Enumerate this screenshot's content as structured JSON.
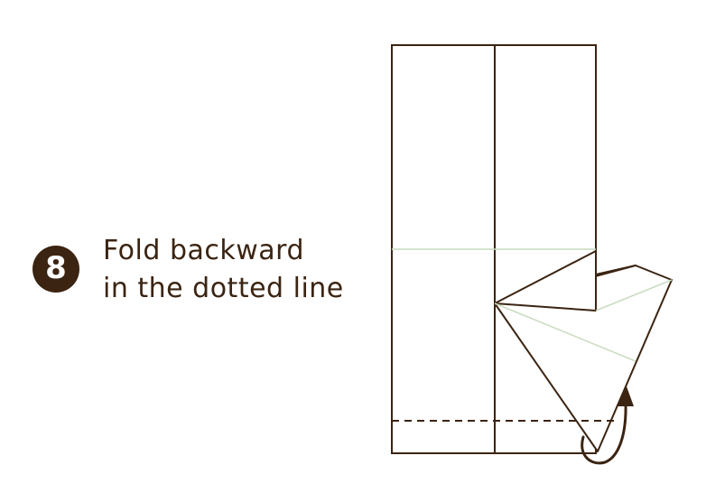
{
  "step": {
    "number": "8",
    "instruction_line1": "Fold backward",
    "instruction_line2": "in the dotted line"
  },
  "colors": {
    "line": "#3b2412",
    "crease": "#c9dcc0",
    "paper_back": "#9cc27d",
    "badge": "#3b2412",
    "background": "#ffffff"
  },
  "icons": {
    "fold_arrow": "curved-arrow-up"
  }
}
